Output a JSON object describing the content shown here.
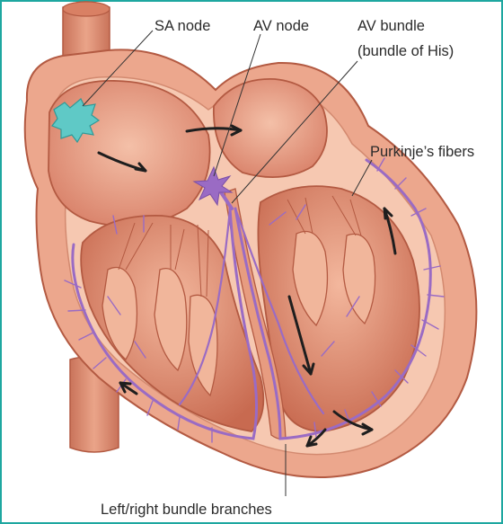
{
  "labels": {
    "sa_node": "SA node",
    "av_node": "AV node",
    "av_bundle_line1": "AV bundle",
    "av_bundle_line2": "(bundle of His)",
    "purkinje": "Purkinje’s fibers",
    "bundle_branches": "Left/right bundle branches"
  },
  "colors": {
    "frame_border": "#1ea7a0",
    "tissue_outer": "#e9a68c",
    "tissue_dark": "#c8694f",
    "chamber": "#d98064",
    "conduction": "#9a6bc4",
    "sa_node": "#5fc9c6",
    "arrow": "#1e1e1e"
  }
}
